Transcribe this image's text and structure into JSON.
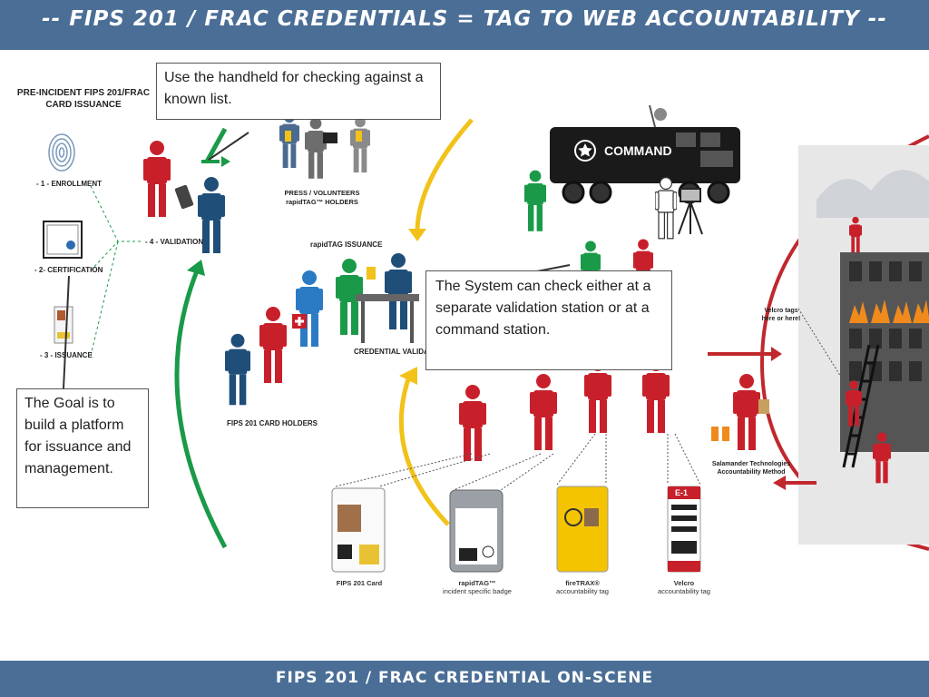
{
  "header": {
    "title": "-- FIPS 201 / FRAC CREDENTIALS = TAG TO WEB ACCOUNTABILITY --"
  },
  "footer": {
    "title": "FIPS 201 / FRAC CREDENTIAL ON-SCENE"
  },
  "pre_incident": {
    "title_line1": "PRE-INCIDENT FIPS 201/FRAC",
    "title_line2": "CARD ISSUANCE",
    "steps": [
      "- 1 - ENROLLMENT",
      "- 2- CERTIFICATION",
      "- 3 - ISSUANCE",
      "- 4 - VALIDATION"
    ]
  },
  "group_labels": {
    "press_line1": "PRESS / VOLUNTEERS",
    "press_line2": "rapidTAG™ HOLDERS",
    "rapidtag_issuance": "rapidTAG ISSUANCE",
    "credential_validation": "CREDENTIAL VALIDATION",
    "card_holders": "FIPS 201 CARD HOLDERS",
    "command": "COMMAND",
    "velcro_line1": "Velcro tags",
    "velcro_line2": "here or here!",
    "salamander_line1": "Salamander Technologies",
    "salamander_line2": "Accountability Method"
  },
  "badges": [
    {
      "name": "FIPS 201 Card",
      "caption": ""
    },
    {
      "name": "rapidTAG™",
      "caption": "incident specific badge"
    },
    {
      "name": "fireTRAX®",
      "caption": "accountability tag"
    },
    {
      "name": "Velcro",
      "caption": "accountability tag"
    }
  ],
  "callouts": {
    "handheld": "Use the handheld for checking against a known list.",
    "system": "The System can check either at a separate validation station or at a command station.",
    "goal": "The Goal is to build a platform for issuance and management."
  },
  "tag_text": {
    "velcro_tag_id": "E-1"
  },
  "colors": {
    "banner": "#4a6e96",
    "firefighter_red": "#c8202a",
    "police_blue": "#1f4e79",
    "ems_blue": "#2b7bc4",
    "volunteer_green": "#1a9a48",
    "press_gray": "#6d6d6d",
    "arrow_yellow": "#f2c21a",
    "arrow_green": "#1a9a48",
    "arrow_red": "#c0282e"
  }
}
